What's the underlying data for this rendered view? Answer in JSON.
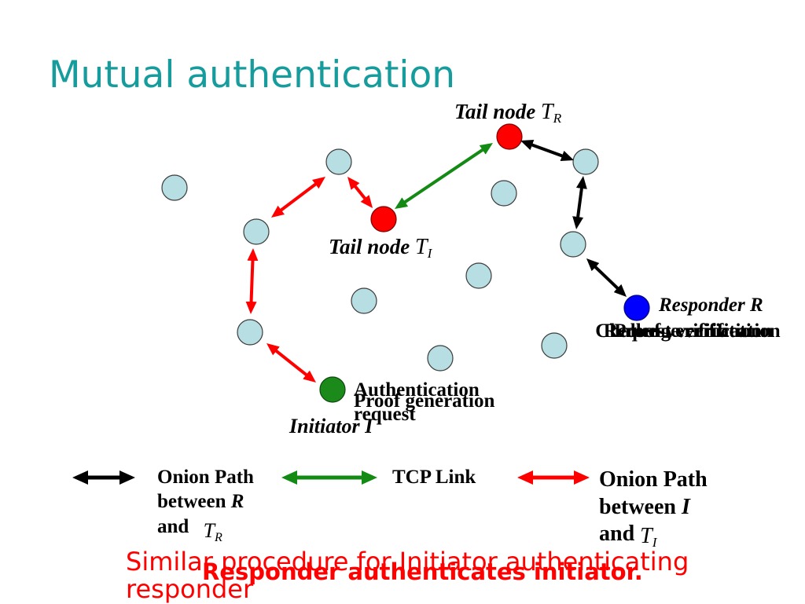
{
  "slide": {
    "title": "Mutual authentication"
  },
  "colors": {
    "title": "#169c9c",
    "relay_node": "#b7dfe3",
    "tail_node": "#ff0000",
    "responder_node": "#0000ff",
    "initiator_node": "#1b8a1b",
    "onion_path_initiator": "#ff0000",
    "onion_path_responder": "#000000",
    "tcp_link": "#138a13",
    "footer_text": "#ff0000"
  },
  "diagram": {
    "tail_node_responder": {
      "label": "Tail node",
      "symbol": "T",
      "subscript": "R"
    },
    "tail_node_initiator": {
      "label": "Tail node",
      "symbol": "T",
      "subscript": "I"
    },
    "responder": {
      "label": "Responder R",
      "actions": [
        "Challenge verification",
        "Request verification",
        "Proof verification"
      ]
    },
    "initiator": {
      "label": "Initiator I",
      "actions": [
        "Authentication request",
        "Proof generation"
      ]
    }
  },
  "legend": {
    "onion_path_responder": {
      "line1": "Onion Path",
      "line2": "between",
      "variable": "R",
      "line3": "and",
      "symbol": "T",
      "subscript": "R"
    },
    "tcp_link": {
      "label": "TCP Link"
    },
    "onion_path_initiator": {
      "line1": "Onion Path",
      "line2": "between",
      "variable": "I",
      "line3": "and",
      "symbol": "T",
      "subscript": "I"
    }
  },
  "footer": {
    "procedure_note": "Similar procedure for Initiator authenticating responder",
    "summary": "Responder authenticates initiator."
  }
}
